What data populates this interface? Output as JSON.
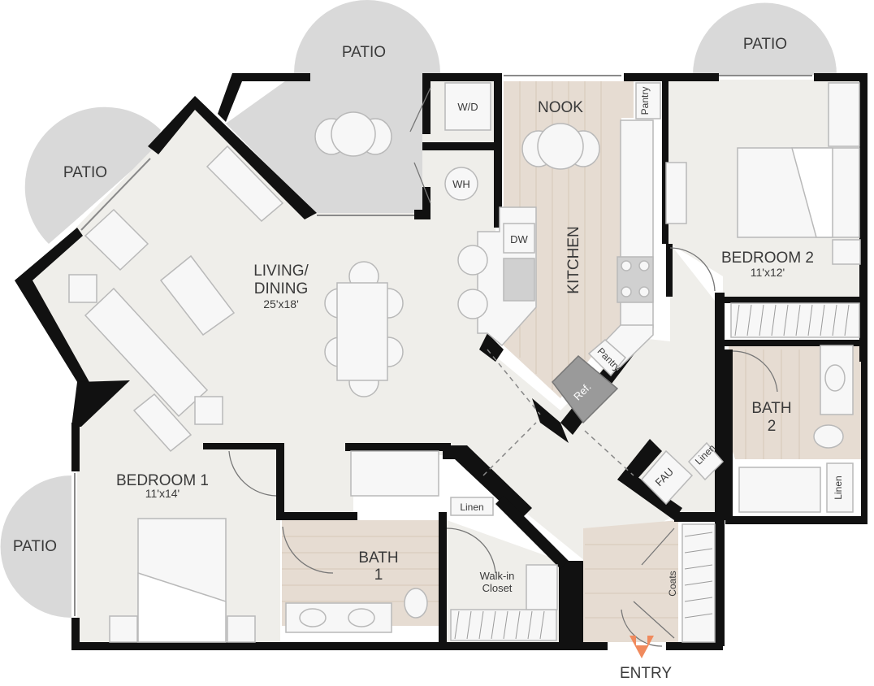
{
  "rooms": {
    "living": {
      "name_line1": "LIVING/",
      "name_line2": "DINING",
      "dims": "25'x18'"
    },
    "kitchen": {
      "name": "KITCHEN"
    },
    "nook": {
      "name": "NOOK"
    },
    "bedroom1": {
      "name": "BEDROOM 1",
      "dims": "11'x14'"
    },
    "bedroom2": {
      "name": "BEDROOM 2",
      "dims": "11'x12'"
    },
    "bath1": {
      "name_line1": "BATH",
      "name_line2": "1"
    },
    "bath2": {
      "name_line1": "BATH",
      "name_line2": "2"
    },
    "walkin": {
      "name_line1": "Walk-in",
      "name_line2": "Closet"
    }
  },
  "patios": {
    "top_center": "PATIO",
    "top_right": "PATIO",
    "left_upper": "PATIO",
    "left_lower": "PATIO"
  },
  "fixtures": {
    "wd": "W/D",
    "wh": "WH",
    "dw": "DW",
    "ref": "Ref.",
    "pantry_top": "Pantry",
    "pantry_lower": "Pantry",
    "linen_bath1": "Linen",
    "linen_hall": "Linen",
    "linen_bath2": "Linen",
    "fau": "FAU",
    "coats": "Coats"
  },
  "entry": {
    "label": "ENTRY"
  },
  "colors": {
    "wall": "#111111",
    "floor": "#efeeea",
    "patio": "#d9d9d9",
    "wood": "#e6dcd2",
    "accent_arrow": "#f08a5d"
  }
}
